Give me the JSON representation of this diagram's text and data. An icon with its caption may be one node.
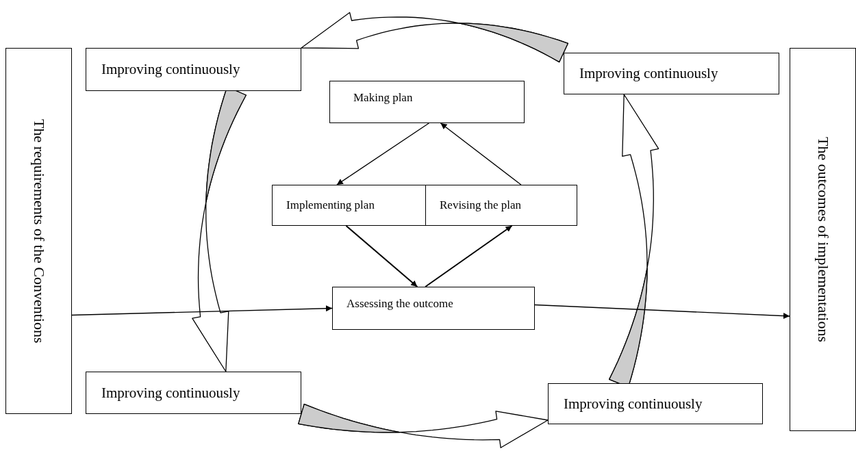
{
  "diagram": {
    "nodes": [
      {
        "text": [
          "The requirements of the Conventions"
        ]
      },
      {
        "text": [
          "Improving continuously"
        ]
      },
      {
        "text": [
          "Improving continuously"
        ]
      },
      {
        "text": [
          "The outcomes of implementations"
        ]
      },
      {
        "text": [
          "Making plan"
        ]
      },
      {
        "text": [
          "Implementing plan"
        ]
      },
      {
        "text": [
          "Revising the plan"
        ]
      },
      {
        "text": [
          "Assessing the outcome"
        ]
      },
      {
        "text": [
          "Improving continuously"
        ]
      },
      {
        "text": [
          "Improving continuously"
        ]
      }
    ],
    "edges": [
      {
        "from": 4,
        "to": 5,
        "arrow": "to"
      },
      {
        "from": 6,
        "to": 4,
        "arrow": "to"
      },
      {
        "from": 5,
        "to": 7,
        "arrow": "to"
      },
      {
        "from": 7,
        "to": 6,
        "arrow": "to"
      },
      {
        "from": 0,
        "to": 7,
        "arrow": "to"
      },
      {
        "from": 7,
        "to": 3,
        "arrow": "to"
      },
      {
        "from": 2,
        "to": 1,
        "arrow": "to"
      },
      {
        "from": 1,
        "to": 8,
        "arrow": "to"
      },
      {
        "from": 8,
        "to": 9,
        "arrow": "to"
      },
      {
        "from": 9,
        "to": 2,
        "arrow": "to"
      }
    ]
  }
}
